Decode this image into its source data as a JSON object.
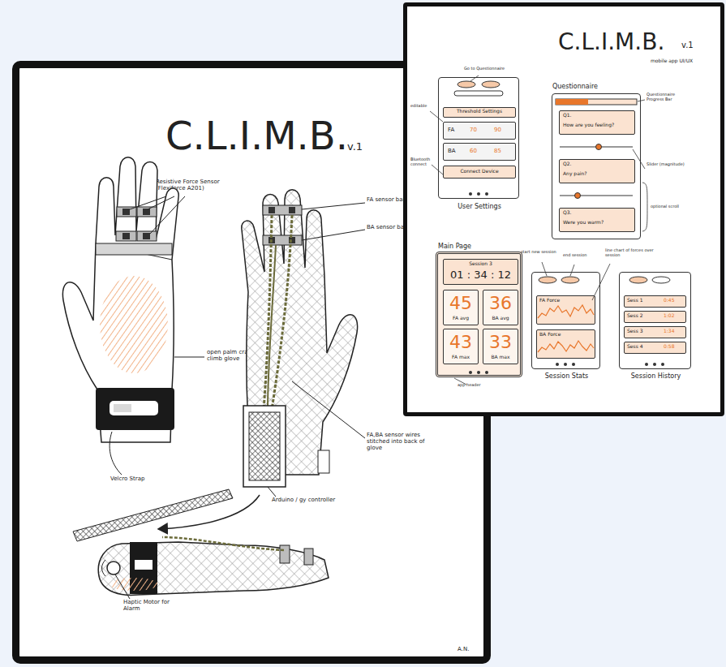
{
  "diagram": {
    "nodes": [
      {
        "text": [
          "C.L.I.M.B.",
          "v.1"
        ]
      },
      {
        "text": [
          "C.L.I.M.B.",
          "v.1",
          "mobile app UI/UX"
        ]
      },
      {
        "text": [
          "User Settings"
        ],
        "in": 1
      },
      {
        "text": [
          "Threshold Settings"
        ],
        "in": 2
      },
      {
        "text": [
          "FA",
          "70",
          "90"
        ],
        "in": 2
      },
      {
        "text": [
          "BA",
          "60",
          "85"
        ],
        "in": 2
      },
      {
        "text": [
          "Connect Device"
        ],
        "in": 2
      },
      {
        "text": [
          "Questionnaire"
        ],
        "in": 1
      },
      {
        "text": [
          "Q1.",
          "How are you feeling?"
        ],
        "in": 7
      },
      {
        "text": [
          "Q2.",
          "Any pain?"
        ],
        "in": 7
      },
      {
        "text": [
          "Q3.",
          "Were you warm?"
        ],
        "in": 7
      },
      {
        "text": [
          "Main Page"
        ],
        "in": 1
      },
      {
        "text": [
          "Session 3",
          "01 : 34 : 12"
        ],
        "in": 11
      },
      {
        "text": [
          "45",
          "FA avg"
        ],
        "in": 11
      },
      {
        "text": [
          "36",
          "BA avg"
        ],
        "in": 11
      },
      {
        "text": [
          "43",
          "FA max"
        ],
        "in": 11
      },
      {
        "text": [
          "33",
          "BA max"
        ],
        "in": 11
      },
      {
        "text": [
          "Session Stats"
        ],
        "in": 1
      },
      {
        "text": [
          "FA Force"
        ],
        "in": 17
      },
      {
        "text": [
          "BA Force"
        ],
        "in": 17
      },
      {
        "text": [
          "Session History"
        ],
        "in": 1
      },
      {
        "text": [
          "Sess 1",
          "0:45"
        ],
        "in": 20
      },
      {
        "text": [
          "Sess 2",
          "1:02"
        ],
        "in": 20
      },
      {
        "text": [
          "Sess 3",
          "1:34"
        ],
        "in": 20
      },
      {
        "text": [
          "Sess 4",
          "0:58"
        ],
        "in": 20
      }
    ],
    "labels": [
      "Resistive Force Sensor (Flexiforce A201)",
      "FA sensor band",
      "BA sensor band",
      "open palm crack climb glove",
      "FA,BA sensor wires stitched into back of glove",
      "Velcro Strap",
      "Arduino / gy controller",
      "Haptic Motor for Alarm",
      "A.N.",
      "Go to Questionnaire",
      "editable",
      "Bluetooth connect",
      "Questionnaire Progress Bar",
      "Slider (magnitude)",
      "optional scroll",
      "start new session",
      "end session",
      "line chart of forces over session",
      "app header"
    ]
  }
}
